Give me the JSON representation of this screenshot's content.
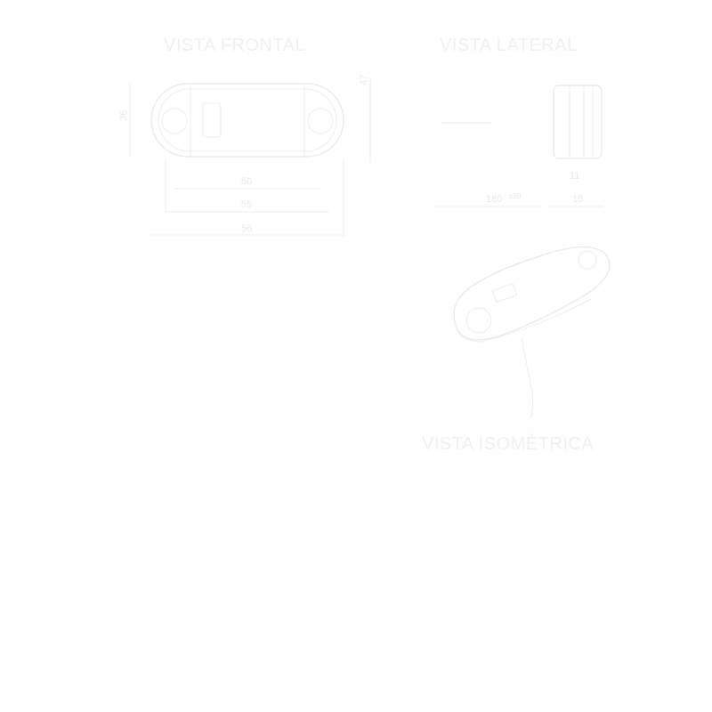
{
  "views": {
    "frontal": {
      "title": "VISTA FRONTAL",
      "dim_height": "36",
      "dim_total_height": "47",
      "dim_width_inner": "50",
      "dim_width_mid": "55",
      "dim_width_outer": "56"
    },
    "lateral": {
      "title": "VISTA LATERAL",
      "dim_small": "11",
      "dim_cable": "180",
      "dim_cable_tol": "±20",
      "dim_depth": "15"
    },
    "isometric": {
      "title": "VISTA ISOMÉTRICA"
    }
  },
  "colors": {
    "line": "#eeeeee",
    "text": "#f0f0f0",
    "background": "#ffffff"
  }
}
